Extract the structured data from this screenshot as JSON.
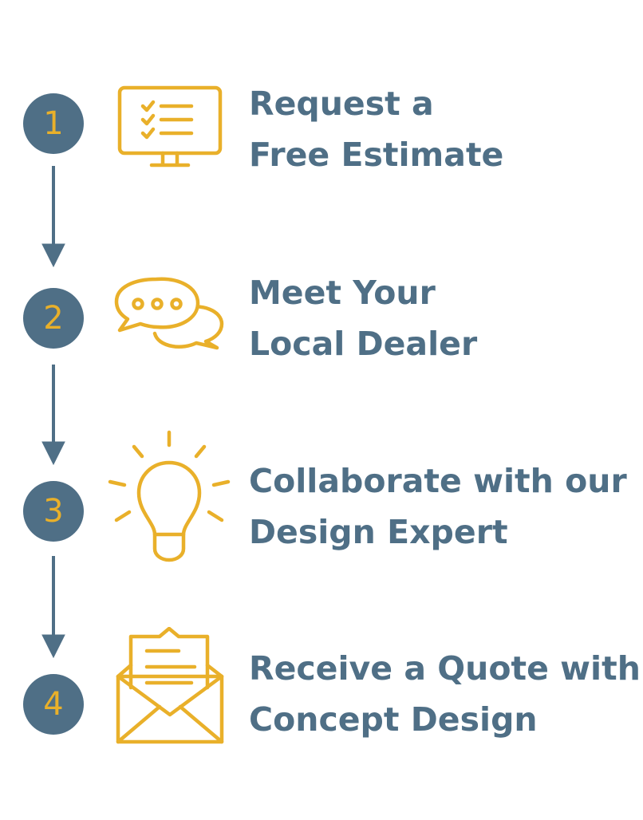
{
  "colors": {
    "primary": "#4f6f86",
    "accent": "#e9b02a",
    "background": "#ffffff"
  },
  "steps": [
    {
      "number": "1",
      "icon": "computer-checklist-icon",
      "title_line1": "Request a",
      "title_line2": "Free Estimate"
    },
    {
      "number": "2",
      "icon": "chat-bubbles-icon",
      "title_line1": "Meet Your",
      "title_line2": "Local Dealer"
    },
    {
      "number": "3",
      "icon": "lightbulb-icon",
      "title_line1": "Collaborate with our",
      "title_line2": "Design Expert"
    },
    {
      "number": "4",
      "icon": "open-envelope-letter-icon",
      "title_line1": "Receive a Quote with",
      "title_line2": "Concept Design"
    }
  ]
}
